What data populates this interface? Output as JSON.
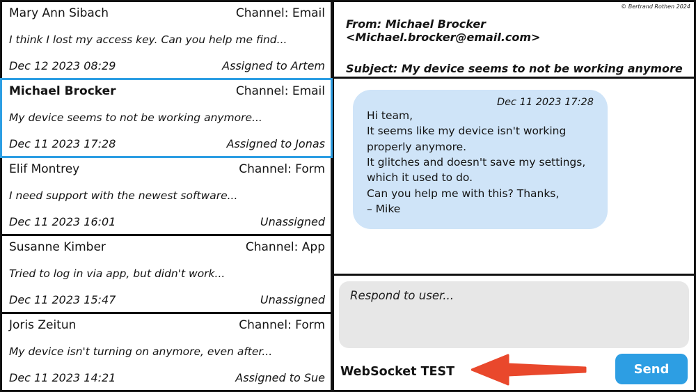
{
  "meta": {
    "copyright": "© Bertrand Rothen 2024"
  },
  "colors": {
    "accent_blue": "#2D9EE3",
    "bubble_blue": "#CFE4F8",
    "arrow_red": "#E9482C",
    "textarea_grey": "#E7E7E7",
    "border_black": "#111111"
  },
  "conversation_list": {
    "items": [
      {
        "name": "Mary Ann Sibach",
        "channel": "Channel: Email",
        "preview": "I think I lost my access key. Can you help me find...",
        "timestamp": "Dec 12 2023 08:29",
        "assignment": "Assigned to Artem",
        "selected": false
      },
      {
        "name": "Michael Brocker",
        "channel": "Channel: Email",
        "preview": "My device seems to not be working anymore...",
        "timestamp": "Dec 11 2023 17:28",
        "assignment": "Assigned to Jonas",
        "selected": true
      },
      {
        "name": "Elif Montrey",
        "channel": "Channel: Form",
        "preview": "I need support with the newest software...",
        "timestamp": "Dec 11 2023 16:01",
        "assignment": "Unassigned",
        "selected": false
      },
      {
        "name": "Susanne Kimber",
        "channel": "Channel: App",
        "preview": "Tried to log in via app, but didn't work...",
        "timestamp": "Dec 11 2023 15:47",
        "assignment": "Unassigned",
        "selected": false
      },
      {
        "name": "Joris Zeitun",
        "channel": "Channel: Form",
        "preview": "My device isn't turning on anymore, even after...",
        "timestamp": "Dec 11 2023 14:21",
        "assignment": "Assigned to Sue",
        "selected": false
      }
    ]
  },
  "detail": {
    "from": "From: Michael Brocker <Michael.brocker@email.com>",
    "subject": "Subject: My device seems to not be working anymore",
    "message": {
      "timestamp": "Dec 11 2023 17:28",
      "body": "Hi team,\nIt seems like my device isn't working properly anymore.\nIt glitches and doesn't save my settings, which it used to do.\nCan you help me with this? Thanks,\n– Mike"
    },
    "composer": {
      "placeholder": "Respond to user...",
      "websocket_label": "WebSocket TEST",
      "send_label": "Send"
    }
  }
}
